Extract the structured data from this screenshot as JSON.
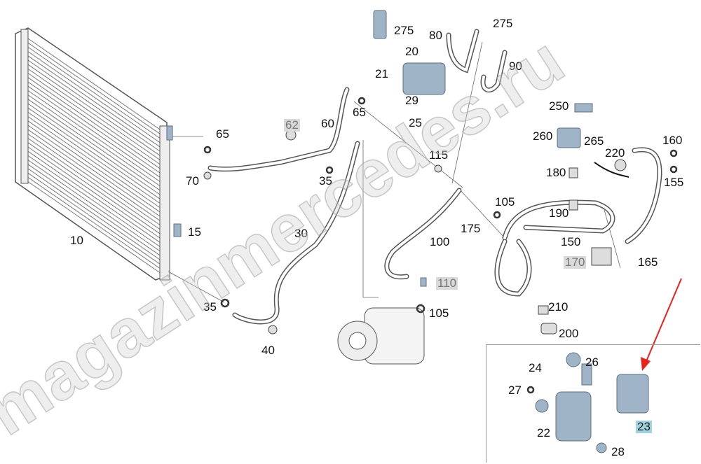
{
  "watermark": "magazinmercedes.ru",
  "labels": [
    "275",
    "275",
    "80",
    "20",
    "90",
    "21",
    "29",
    "65",
    "25",
    "62",
    "60",
    "65",
    "115",
    "250",
    "260",
    "265",
    "160",
    "220",
    "155",
    "180",
    "70",
    "35",
    "105",
    "190",
    "175",
    "15",
    "30",
    "10",
    "100",
    "150",
    "170",
    "165",
    "110",
    "35",
    "210",
    "105",
    "200",
    "40",
    "24",
    "26",
    "27",
    "22",
    "23",
    "28"
  ],
  "colors": {
    "part_fill": "#9fb4c6",
    "highlight": "#9fd3e0",
    "arrow": "#e8221b",
    "not_available_bg": "#d9d9d9"
  }
}
